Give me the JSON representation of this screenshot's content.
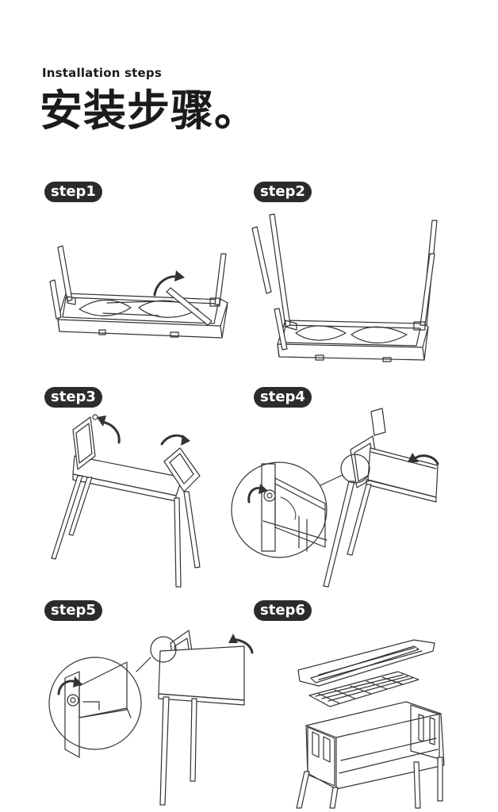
{
  "header": {
    "subtitle": "Installation steps",
    "title": "安装步骤。"
  },
  "steps": [
    {
      "label": "step1"
    },
    {
      "label": "step2"
    },
    {
      "label": "step3"
    },
    {
      "label": "step4"
    },
    {
      "label": "step5"
    },
    {
      "label": "step6"
    }
  ]
}
